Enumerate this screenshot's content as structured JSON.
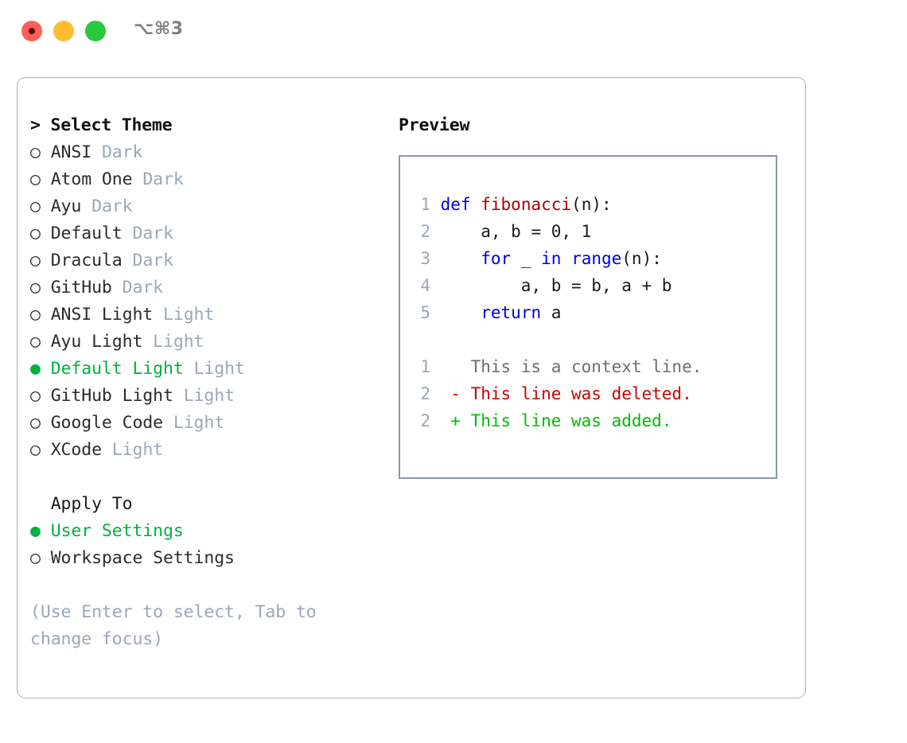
{
  "window": {
    "title": "⌥⌘3",
    "traffic_lights": [
      "close",
      "minimize",
      "maximize"
    ]
  },
  "left": {
    "header": "> Select Theme",
    "themes": [
      {
        "marker": "○",
        "name": "ANSI",
        "variant": "Dark",
        "selected": false
      },
      {
        "marker": "○",
        "name": "Atom One",
        "variant": "Dark",
        "selected": false
      },
      {
        "marker": "○",
        "name": "Ayu",
        "variant": "Dark",
        "selected": false
      },
      {
        "marker": "○",
        "name": "Default",
        "variant": "Dark",
        "selected": false
      },
      {
        "marker": "○",
        "name": "Dracula",
        "variant": "Dark",
        "selected": false
      },
      {
        "marker": "○",
        "name": "GitHub",
        "variant": "Dark",
        "selected": false
      },
      {
        "marker": "○",
        "name": "ANSI Light",
        "variant": "Light",
        "selected": false
      },
      {
        "marker": "○",
        "name": "Ayu Light",
        "variant": "Light",
        "selected": false
      },
      {
        "marker": "●",
        "name": "Default Light",
        "variant": "Light",
        "selected": true
      },
      {
        "marker": "○",
        "name": "GitHub Light",
        "variant": "Light",
        "selected": false
      },
      {
        "marker": "○",
        "name": "Google Code",
        "variant": "Light",
        "selected": false
      },
      {
        "marker": "○",
        "name": "XCode",
        "variant": "Light",
        "selected": false
      }
    ],
    "apply_to_label": "  Apply To",
    "apply_to": [
      {
        "marker": "●",
        "label": "User Settings",
        "selected": true
      },
      {
        "marker": "○",
        "label": "Workspace Settings",
        "selected": false
      }
    ],
    "hint": "(Use Enter to select, Tab to change focus)"
  },
  "right": {
    "header": "Preview",
    "code_lines": [
      {
        "num": "1",
        "tokens": [
          {
            "t": "def",
            "c": "kw"
          },
          {
            "t": " ",
            "c": "pn"
          },
          {
            "t": "fibonacci",
            "c": "fn"
          },
          {
            "t": "(n):",
            "c": "pn"
          }
        ]
      },
      {
        "num": "2",
        "tokens": [
          {
            "t": "    a, b = 0, 1",
            "c": "pn"
          }
        ]
      },
      {
        "num": "3",
        "tokens": [
          {
            "t": "    ",
            "c": "pn"
          },
          {
            "t": "for",
            "c": "kw"
          },
          {
            "t": " _ ",
            "c": "pn"
          },
          {
            "t": "in",
            "c": "kw"
          },
          {
            "t": " ",
            "c": "pn"
          },
          {
            "t": "range",
            "c": "kw"
          },
          {
            "t": "(n):",
            "c": "pn"
          }
        ]
      },
      {
        "num": "4",
        "tokens": [
          {
            "t": "        a, b = b, a + b",
            "c": "pn"
          }
        ]
      },
      {
        "num": "5",
        "tokens": [
          {
            "t": "    ",
            "c": "pn"
          },
          {
            "t": "return",
            "c": "kw"
          },
          {
            "t": " a",
            "c": "pn"
          }
        ]
      }
    ],
    "diff_lines": [
      {
        "num": "1",
        "sign": "  ",
        "text": "This is a context line.",
        "kind": "diff-ctx"
      },
      {
        "num": "2",
        "sign": "- ",
        "text": "This line was deleted.",
        "kind": "diff-del"
      },
      {
        "num": "2",
        "sign": "+ ",
        "text": "This line was added.",
        "kind": "diff-add"
      }
    ]
  },
  "colors": {
    "accent_green": "#00B140",
    "muted": "#9BA7B8",
    "keyword": "#0000DD",
    "function": "#AA0000",
    "diff_add": "#00BB00",
    "diff_del": "#CC0000",
    "border": "#A8B2C0",
    "preview_border": "#8B97A8",
    "traffic_red": "#FF5F57",
    "traffic_yellow": "#FFBD2E",
    "traffic_green": "#28C840"
  }
}
